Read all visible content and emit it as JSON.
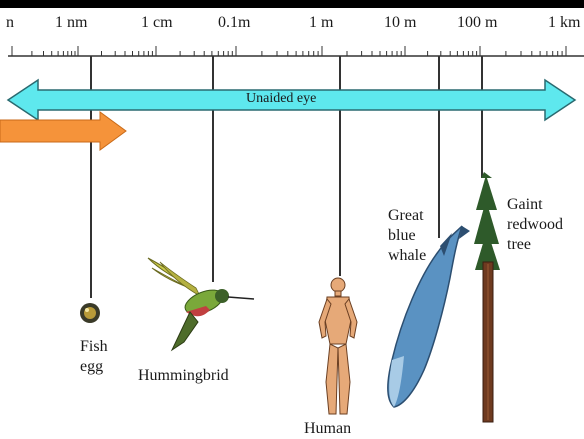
{
  "scale": {
    "tick_labels": [
      "n",
      "1 nm",
      "1 cm",
      "0.1m",
      "1 m",
      "10 m",
      "100 m",
      "1 km"
    ]
  },
  "arrows": {
    "unaided_eye": "Unaided eye"
  },
  "organisms": {
    "fish_egg": [
      "Fish",
      "egg"
    ],
    "hummingbird": "Hummingbrid",
    "human": "Human",
    "whale": [
      "Great",
      "blue",
      "whale"
    ],
    "redwood": [
      "Gaint",
      "redwood",
      "tree"
    ]
  },
  "colors": {
    "eye_arrow_fill": "#5ee8ee",
    "left_arrow_fill": "#f5933a",
    "line": "#333333"
  }
}
